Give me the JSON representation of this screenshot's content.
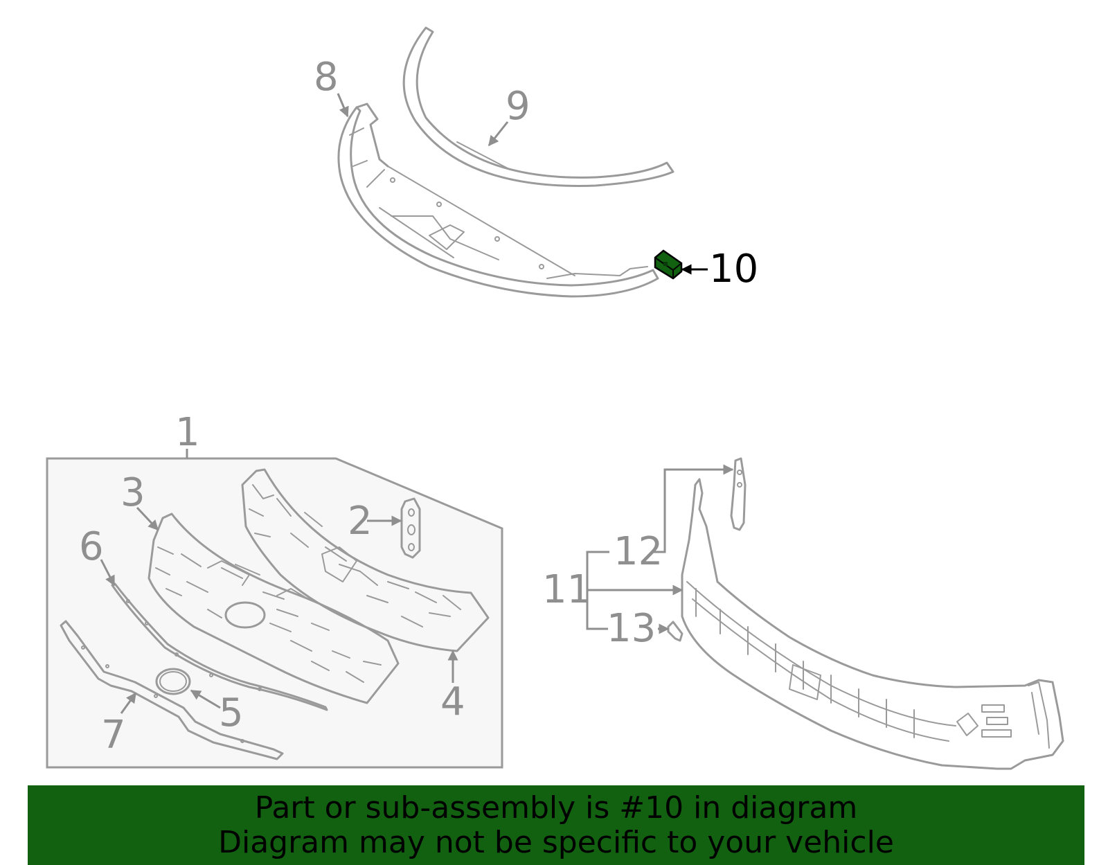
{
  "diagram": {
    "callouts": [
      {
        "id": "1",
        "label": "1"
      },
      {
        "id": "2",
        "label": "2"
      },
      {
        "id": "3",
        "label": "3"
      },
      {
        "id": "4",
        "label": "4"
      },
      {
        "id": "5",
        "label": "5"
      },
      {
        "id": "6",
        "label": "6"
      },
      {
        "id": "7",
        "label": "7"
      },
      {
        "id": "8",
        "label": "8"
      },
      {
        "id": "9",
        "label": "9"
      },
      {
        "id": "10",
        "label": "10"
      },
      {
        "id": "11",
        "label": "11"
      },
      {
        "id": "12",
        "label": "12"
      },
      {
        "id": "13",
        "label": "13"
      }
    ],
    "highlighted_part": "10",
    "highlight_color": "#116111",
    "line_color": "#9a9a9a",
    "panel_fill": "#f7f7f7"
  },
  "banner": {
    "line1": "Part or sub-assembly is #10 in diagram",
    "line2": "Diagram may not be specific to your vehicle",
    "background": "#116111"
  }
}
